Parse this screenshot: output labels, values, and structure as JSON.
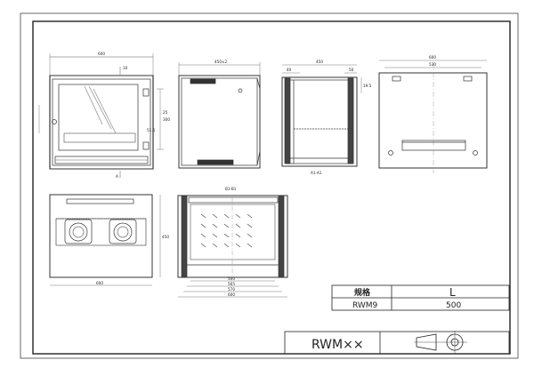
{
  "title_block": {
    "model_code": "RWM××",
    "spec_header": "规格",
    "spec_value_header": "L",
    "model": "RWM9",
    "value": "500"
  },
  "front_view": {
    "dim_width": "600",
    "dim_side_a": "300",
    "dim_side_b": "25",
    "dim_side_c": "51.5",
    "dim_top": "10",
    "section_mark": "A"
  },
  "side_view": {
    "dim_top": "450±2"
  },
  "rack_view": {
    "dim_total": "450",
    "dim_left": "40",
    "dim_right": "50",
    "dim_side": "19.5",
    "caption": "A1-A1"
  },
  "rear_view": {
    "dim_outer": "600",
    "dim_inner": "530"
  },
  "top_view": {
    "dim_width": "600",
    "dim_depth": "450"
  },
  "section_view": {
    "label": "B1-B1",
    "dims": [
      "500",
      "565",
      "570",
      "600"
    ]
  }
}
